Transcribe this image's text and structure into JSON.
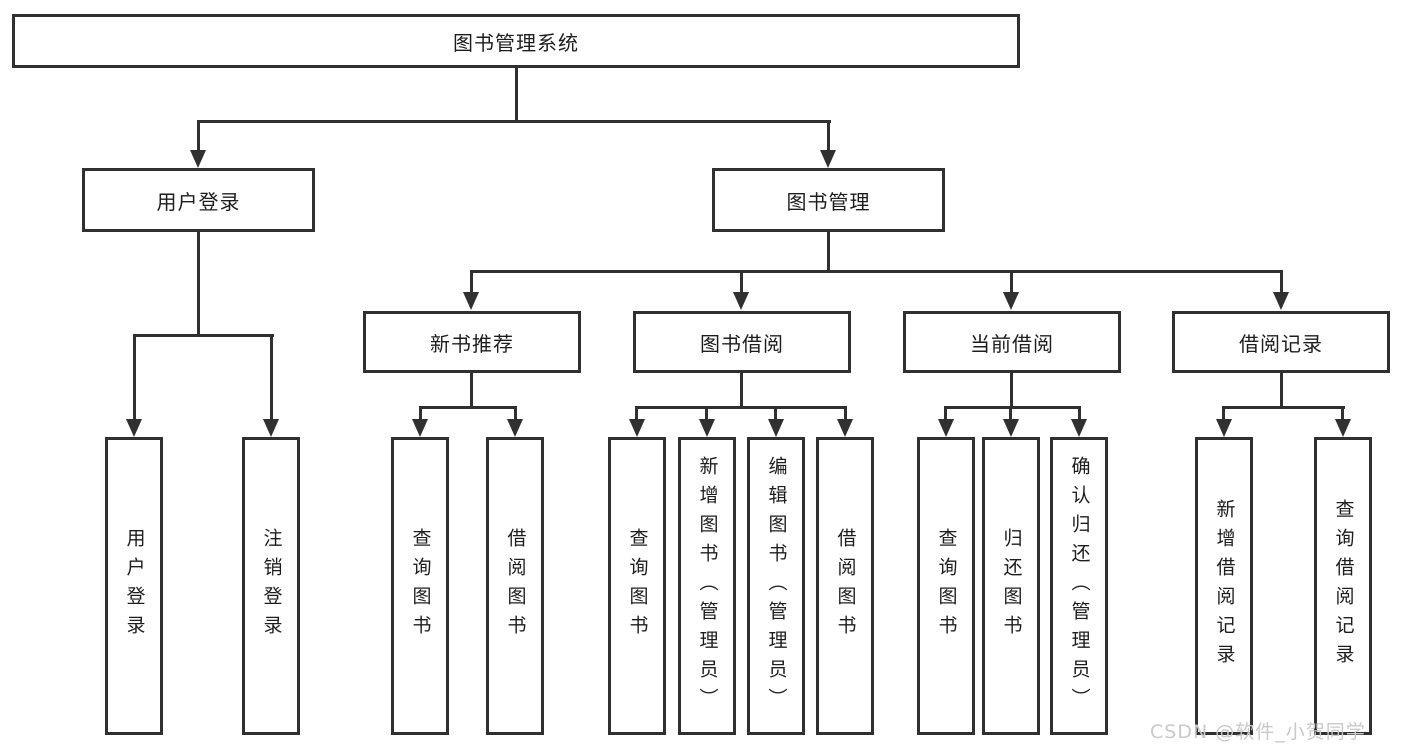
{
  "diagram_type": "tree",
  "colors": {
    "line": "#303030",
    "box_border": "#303030",
    "text": "#1d1d1d",
    "background": "#ffffff",
    "watermark": "#c9c9c9"
  },
  "watermark": "CSDN @软件_小贺同学",
  "tree": {
    "label": "图书管理系统",
    "children": [
      {
        "label": "用户登录",
        "children": [
          {
            "label": "用户登录"
          },
          {
            "label": "注销登录"
          }
        ]
      },
      {
        "label": "图书管理",
        "children": [
          {
            "label": "新书推荐",
            "children": [
              {
                "label": "查询图书"
              },
              {
                "label": "借阅图书"
              }
            ]
          },
          {
            "label": "图书借阅",
            "children": [
              {
                "label": "查询图书"
              },
              {
                "label": "新增图书（管理员）"
              },
              {
                "label": "编辑图书（管理员）"
              },
              {
                "label": "借阅图书"
              }
            ]
          },
          {
            "label": "当前借阅",
            "children": [
              {
                "label": "查询图书"
              },
              {
                "label": "归还图书"
              },
              {
                "label": "确认归还（管理员）"
              }
            ]
          },
          {
            "label": "借阅记录",
            "children": [
              {
                "label": "新增借阅记录"
              },
              {
                "label": "查询借阅记录"
              }
            ]
          }
        ]
      }
    ]
  }
}
